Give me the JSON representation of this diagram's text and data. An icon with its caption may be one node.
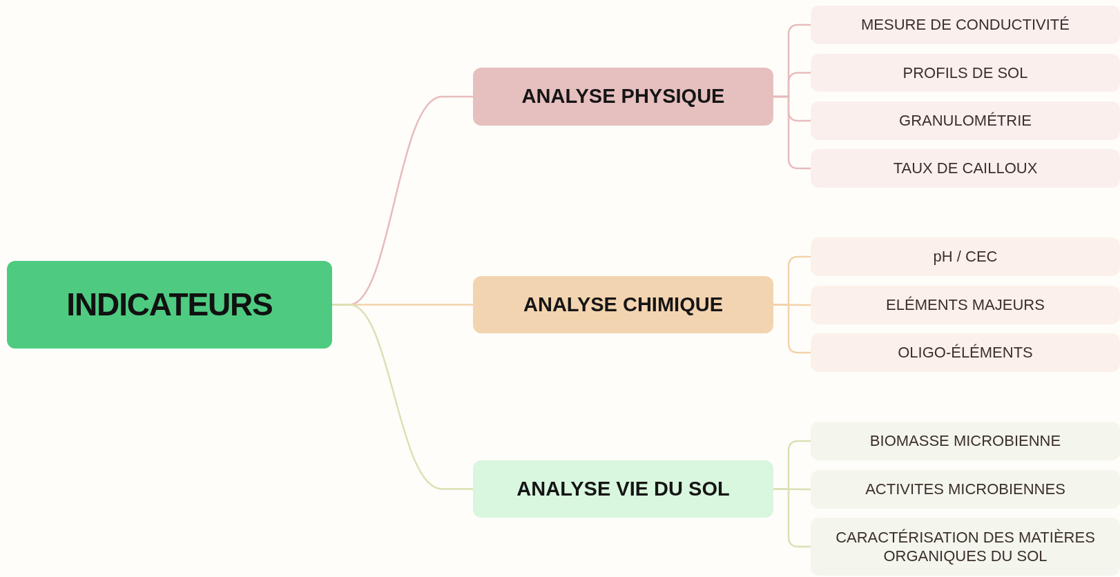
{
  "diagram": {
    "nodes": [
      {
        "text": [
          "INDICATEURS"
        ]
      },
      {
        "text": [
          "ANALYSE PHYSIQUE"
        ]
      },
      {
        "text": [
          "MESURE DE CONDUCTIVITÉ"
        ]
      },
      {
        "text": [
          "PROFILS DE SOL"
        ]
      },
      {
        "text": [
          "GRANULOMÉTRIE"
        ]
      },
      {
        "text": [
          "TAUX DE CAILLOUX"
        ]
      },
      {
        "text": [
          "ANALYSE CHIMIQUE"
        ]
      },
      {
        "text": [
          "pH / CEC"
        ]
      },
      {
        "text": [
          "ELÉMENTS MAJEURS"
        ]
      },
      {
        "text": [
          "OLIGO-ÉLÉMENTS"
        ]
      },
      {
        "text": [
          "ANALYSE VIE DU SOL"
        ]
      },
      {
        "text": [
          "BIOMASSE MICROBIENNE"
        ]
      },
      {
        "text": [
          "ACTIVITES MICROBIENNES"
        ]
      },
      {
        "text": [
          "CARACTÉRISATION DES MATIÈRES ORGANIQUES DU SOL"
        ]
      }
    ],
    "edges": [
      {
        "from": 0,
        "to": 1,
        "arrow": "none",
        "color": "#e6bcbc"
      },
      {
        "from": 0,
        "to": 6,
        "arrow": "none",
        "color": "#f2d2aa"
      },
      {
        "from": 0,
        "to": 10,
        "arrow": "none",
        "color": "#dbe0b4"
      },
      {
        "from": 1,
        "to": 2,
        "arrow": "none",
        "color": "#e6bcbc"
      },
      {
        "from": 1,
        "to": 3,
        "arrow": "none",
        "color": "#e6bcbc"
      },
      {
        "from": 1,
        "to": 4,
        "arrow": "none",
        "color": "#e6bcbc"
      },
      {
        "from": 1,
        "to": 5,
        "arrow": "none",
        "color": "#e6bcbc"
      },
      {
        "from": 6,
        "to": 7,
        "arrow": "none",
        "color": "#f2d2aa"
      },
      {
        "from": 6,
        "to": 8,
        "arrow": "none",
        "color": "#f2d2aa"
      },
      {
        "from": 6,
        "to": 9,
        "arrow": "none",
        "color": "#f2d2aa"
      },
      {
        "from": 10,
        "to": 11,
        "arrow": "none",
        "color": "#dbe0b4"
      },
      {
        "from": 10,
        "to": 12,
        "arrow": "none",
        "color": "#dbe0b4"
      },
      {
        "from": 10,
        "to": 13,
        "arrow": "none",
        "color": "#dbe0b4"
      }
    ]
  }
}
